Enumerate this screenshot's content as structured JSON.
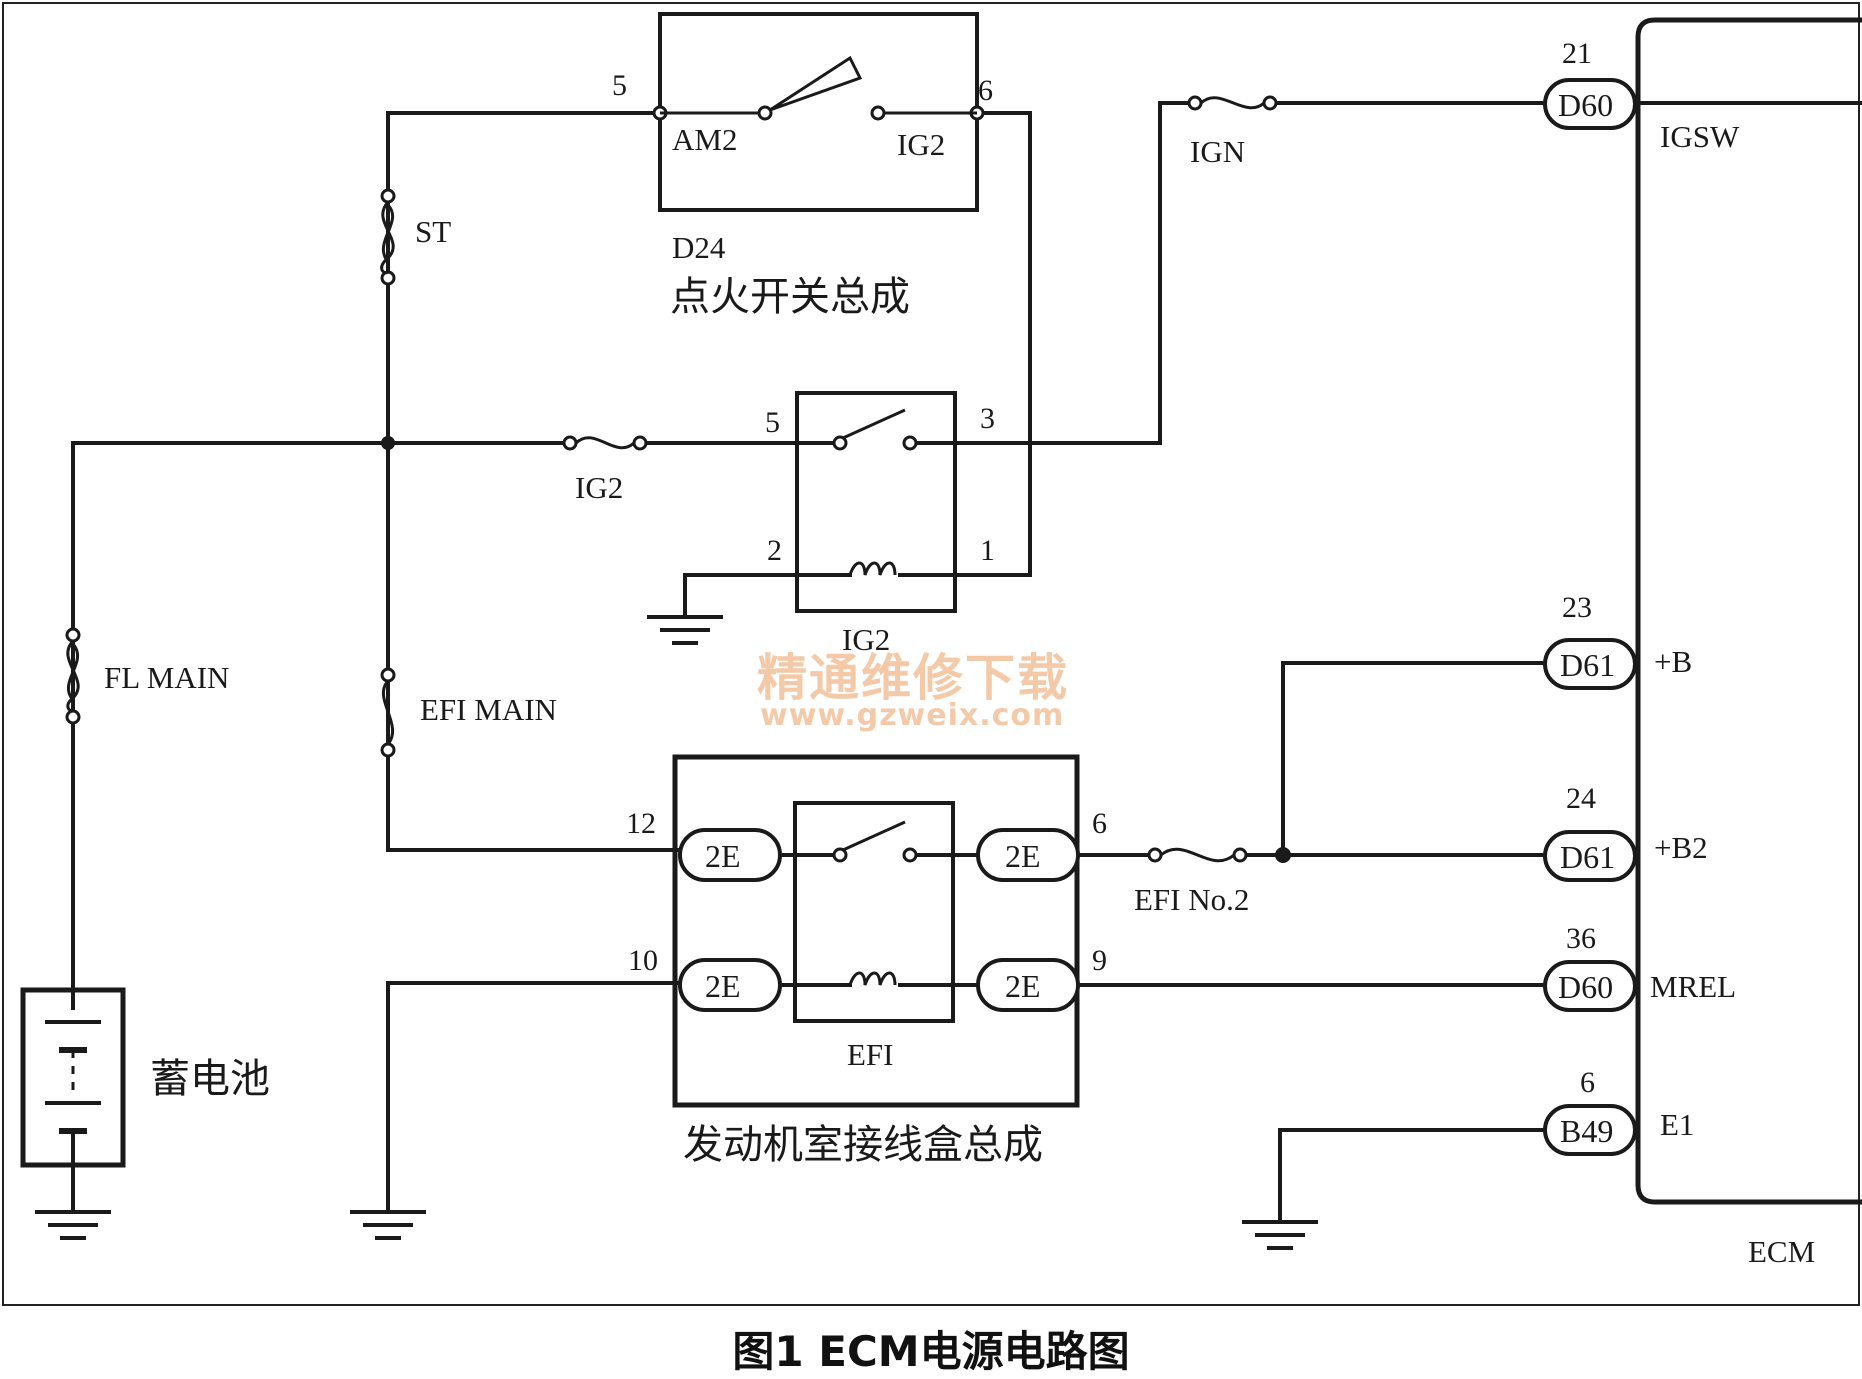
{
  "caption": "图1 ECM电源电路图",
  "watermark": {
    "text": "精通维修下载",
    "url": "www.gzweix.com",
    "color": "#f4c9a8"
  },
  "components": {
    "ignition_switch": {
      "code": "D24",
      "name": "点火开关总成",
      "pin_am2": "5",
      "pin_ig2": "6",
      "label_am2": "AM2",
      "label_ig2": "IG2"
    },
    "ig2_relay": {
      "name": "IG2",
      "pin5": "5",
      "pin3": "3",
      "pin2": "2",
      "pin1": "1"
    },
    "junction_box": {
      "name": "发动机室接线盒总成",
      "relay_name": "EFI",
      "pin12": "12",
      "pin10": "10",
      "pin6": "6",
      "pin9": "9",
      "connector": "2E"
    },
    "battery": {
      "name": "蓄电池"
    },
    "ecm": {
      "name": "ECM"
    }
  },
  "fuses": {
    "st": "ST",
    "fl_main": "FL MAIN",
    "efi_main": "EFI MAIN",
    "ig2": "IG2",
    "ign": "IGN",
    "efi_no2": "EFI No.2"
  },
  "ecm_pins": [
    {
      "pin": "21",
      "connector": "D60",
      "signal": "IGSW"
    },
    {
      "pin": "23",
      "connector": "D61",
      "signal": "+B"
    },
    {
      "pin": "24",
      "connector": "D61",
      "signal": "+B2"
    },
    {
      "pin": "36",
      "connector": "D60",
      "signal": "MREL"
    },
    {
      "pin": "6",
      "connector": "B49",
      "signal": "E1"
    }
  ]
}
